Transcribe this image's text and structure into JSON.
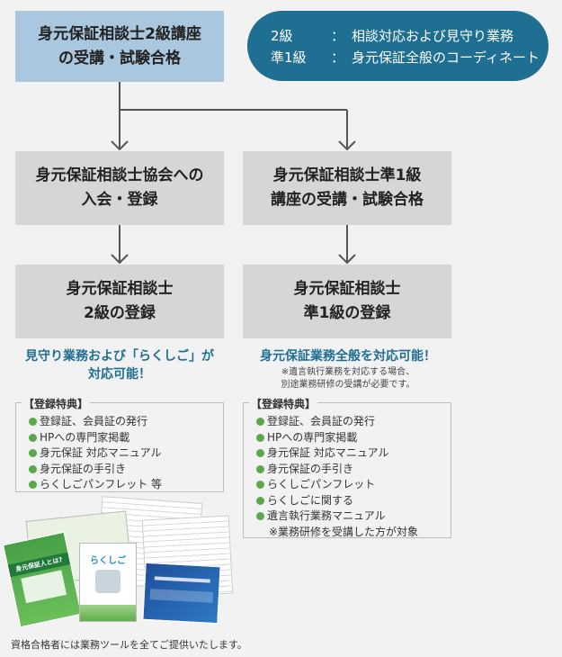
{
  "top_box": {
    "line1": "身元保証相談士2級講座",
    "line2": "の受講・試験合格"
  },
  "grade_info": {
    "rows": [
      {
        "key": "2級",
        "sep": "：",
        "value": "相談対応および見守り業務"
      },
      {
        "key": "準1級",
        "sep": "：",
        "value": "身元保証全般のコーディネート"
      }
    ]
  },
  "left_mid_box": {
    "line1": "身元保証相談士協会への",
    "line2": "入会・登録"
  },
  "right_mid_box": {
    "line1": "身元保証相談士準1級",
    "line2": "講座の受講・試験合格"
  },
  "left_bottom_box": {
    "line1": "身元保証相談士",
    "line2": "2級の登録"
  },
  "right_bottom_box": {
    "line1": "身元保証相談士",
    "line2": "準1級の登録"
  },
  "left_capability": {
    "line1": "見守り業務および「らくしご」が",
    "line2": "対応可能！"
  },
  "right_capability": {
    "line1": "身元保証業務全般を対応可能！"
  },
  "right_note": {
    "line1": "※遺言執行業務を対応する場合、",
    "line2": "別途業務研修の受講が必要です。"
  },
  "left_benefits": {
    "title": "【登録特典】",
    "items": [
      "登録証、会員証の発行",
      "HPへの専門家掲載",
      "身元保証 対応マニュアル",
      "身元保証の手引き",
      "らくしごパンフレット 等"
    ]
  },
  "right_benefits": {
    "title": "【登録特典】",
    "items": [
      "登録証、会員証の発行",
      "HPへの専門家掲載",
      "身元保証 対応マニュアル",
      "身元保証の手引き",
      "らくしごパンフレット",
      "らくしごに関する",
      "遺言執行業務マニュアル"
    ],
    "sub_note": "※業務研修を受講した方が対象"
  },
  "materials": {
    "pamphlet_green_title": "身元保証人とは?",
    "pamphlet_white_title": "らくしご"
  },
  "footer": "資格合格者には業務ツールを全てご提供いたします。"
}
